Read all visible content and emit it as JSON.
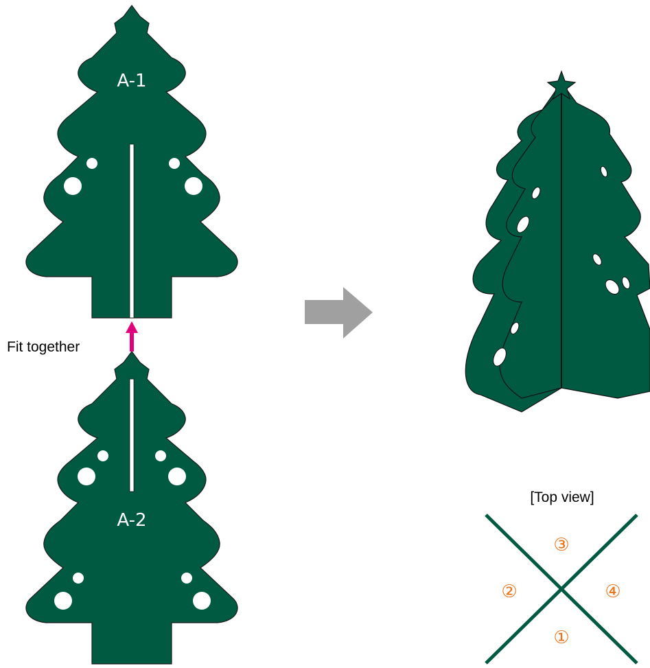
{
  "pieces": {
    "top_label": "A-1",
    "bottom_label": "A-2"
  },
  "instruction": "Fit together",
  "top_view": {
    "title": "[Top view]",
    "quadrants": {
      "q1": "①",
      "q2": "②",
      "q3": "③",
      "q4": "④"
    }
  },
  "colors": {
    "tree": "#005a42",
    "arrow_up": "#e0007a",
    "arrow_right": "#a0a0a0",
    "quadrant_numbers": "#e8731a"
  }
}
